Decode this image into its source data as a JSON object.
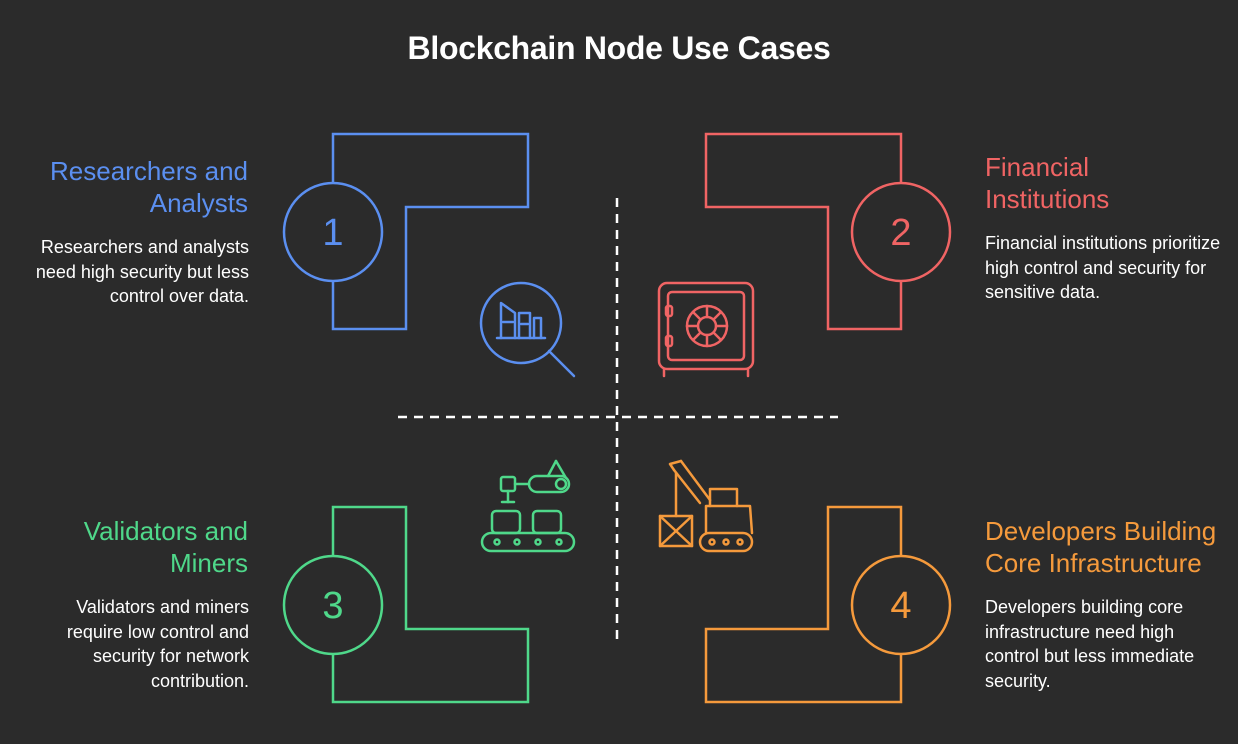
{
  "title": "Blockchain Node Use Cases",
  "colors": {
    "background": "#2b2b2b",
    "q1": "#5b8ff0",
    "q2": "#f06464",
    "q3": "#4fd88a",
    "q4": "#f59a3c",
    "divider": "#ffffff"
  },
  "quadrants": [
    {
      "number": "1",
      "heading": "Researchers and Analysts",
      "description": "Researchers and analysts need high security but less control over data.",
      "icon": "magnifier-chart-icon"
    },
    {
      "number": "2",
      "heading": "Financial Institutions",
      "description": "Financial institutions prioritize high control and security for sensitive data.",
      "icon": "vault-safe-icon"
    },
    {
      "number": "3",
      "heading": "Validators and Miners",
      "description": "Validators and miners require low control and security for network contribution.",
      "icon": "conveyor-robot-arm-icon"
    },
    {
      "number": "4",
      "heading": "Developers Building Core Infrastructure",
      "description": "Developers building core infrastructure need high control but less immediate security.",
      "icon": "excavator-crate-icon"
    }
  ]
}
